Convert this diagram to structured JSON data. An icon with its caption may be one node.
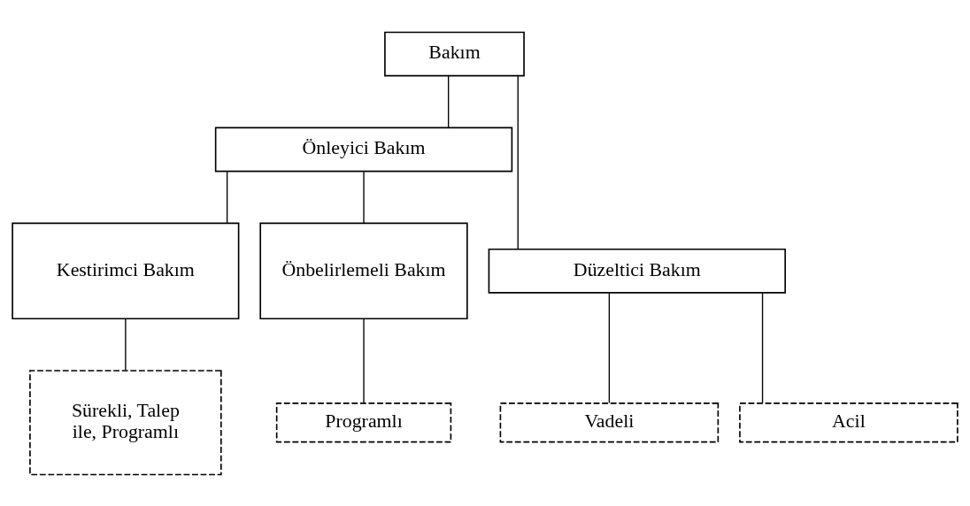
{
  "diagram": {
    "nodes": [
      {
        "text": [
          "Bakım"
        ]
      },
      {
        "text": [
          "Önleyici Bakım"
        ]
      },
      {
        "text": [
          "Düzeltici Bakım"
        ]
      },
      {
        "text": [
          "Kestirimci Bakım"
        ]
      },
      {
        "text": [
          "Önbelirlemeli Bakım"
        ]
      },
      {
        "text": [
          "Sürekli, Talep ile, Programlı"
        ]
      },
      {
        "text": [
          "Programlı"
        ]
      },
      {
        "text": [
          "Vadeli"
        ]
      },
      {
        "text": [
          "Acil"
        ]
      }
    ],
    "edges": [
      {
        "from": 0,
        "to": 1,
        "arrow": "none"
      },
      {
        "from": 0,
        "to": 2,
        "arrow": "none"
      },
      {
        "from": 1,
        "to": 3,
        "arrow": "none"
      },
      {
        "from": 1,
        "to": 4,
        "arrow": "none"
      },
      {
        "from": 3,
        "to": 5,
        "arrow": "none"
      },
      {
        "from": 4,
        "to": 6,
        "arrow": "none"
      },
      {
        "from": 2,
        "to": 7,
        "arrow": "none"
      },
      {
        "from": 2,
        "to": 8,
        "arrow": "none"
      }
    ]
  }
}
